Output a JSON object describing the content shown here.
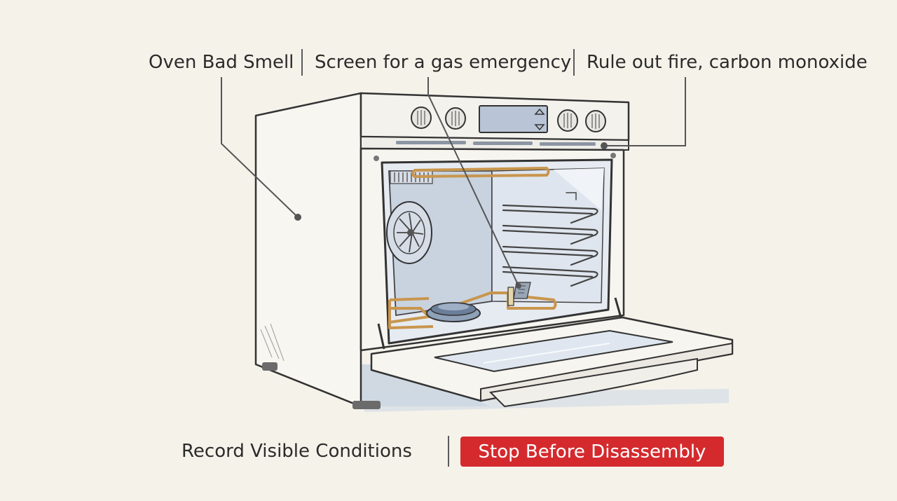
{
  "top_labels": {
    "oven_smell": "Oven Bad Smell",
    "gas_emergency": "Screen for a gas emergency",
    "fire_co": "Rule out fire, carbon monoxide"
  },
  "bottom_labels": {
    "record": "Record Visible Conditions",
    "stop": "Stop Before Disassembly"
  },
  "colors": {
    "background": "#f5f2ea",
    "warning": "#d42a2e",
    "line": "#5a5a5a",
    "burner_element": "#c8964e",
    "cavity_shadow": "#c9d3e0"
  },
  "icons": [
    "oven-icon",
    "control-knob-icon",
    "display-panel-icon",
    "fan-icon",
    "heating-element-icon",
    "gas-burner-icon",
    "igniter-icon",
    "oven-rack-icon",
    "oven-door-icon"
  ]
}
